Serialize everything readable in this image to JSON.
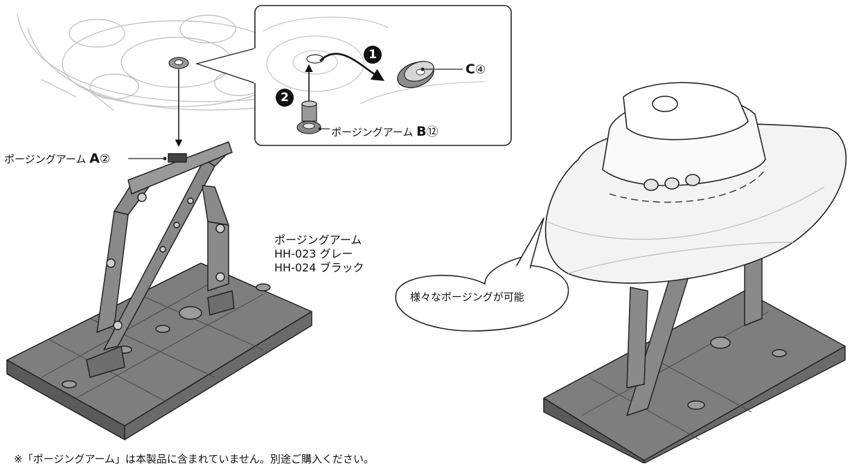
{
  "labels": {
    "arm_a_prefix": "ポージングアーム",
    "arm_a_letter": "A",
    "arm_a_number": "②",
    "arm_b_prefix": "ポージングアーム",
    "arm_b_letter": "B",
    "arm_b_number": "⑫",
    "part_c_letter": "C",
    "part_c_number": "④",
    "step_1": "1",
    "step_2": "2",
    "product_title": "ポージングアーム",
    "product_gray": "HH-023 グレー",
    "product_black": "HH-024 ブラック",
    "speech_bubble": "様々なポージングが可能",
    "footnote": "※「ポージングアーム」は本製品に含まれていません。別途ご購入ください。"
  },
  "colors": {
    "line": "#222222",
    "part_gray": "#8a8a8a",
    "dark_gray": "#555555",
    "light_outline": "#bdbdbd",
    "saucer_fill": "#f2f2f2"
  }
}
